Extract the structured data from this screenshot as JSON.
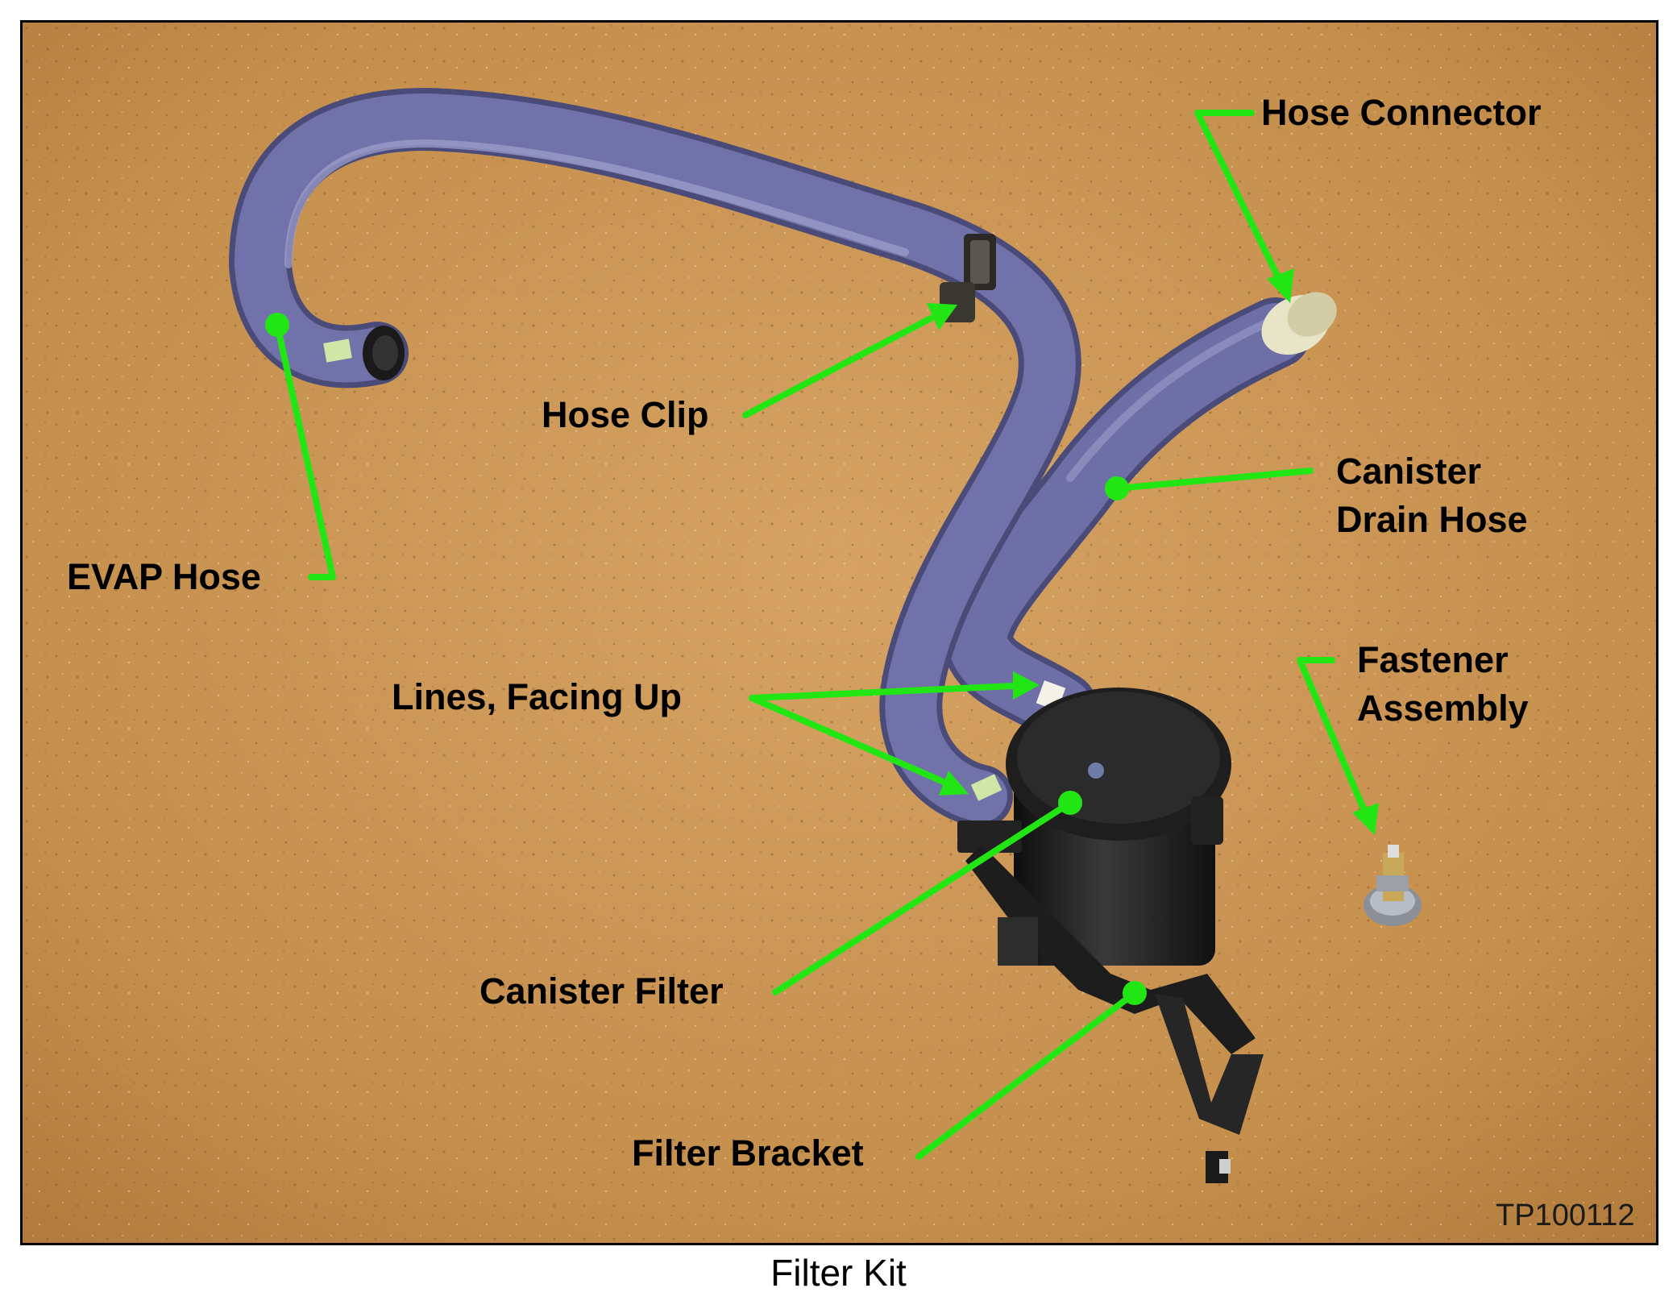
{
  "figure": {
    "figure_id": "TP100112",
    "caption": "Filter Kit",
    "colors": {
      "background": "#c9944f",
      "hose": "#6e6fa6",
      "callout_line": "#22e614",
      "part_dark": "#1c1c1c"
    }
  },
  "callouts": {
    "hose_connector": "Hose Connector",
    "hose_clip": "Hose Clip",
    "evap_hose": "EVAP Hose",
    "canister_drain_hose_line1": "Canister",
    "canister_drain_hose_line2": "Drain Hose",
    "lines_facing_up": "Lines, Facing Up",
    "fastener_assembly_line1": "Fastener",
    "fastener_assembly_line2": "Assembly",
    "canister_filter": "Canister Filter",
    "filter_bracket": "Filter Bracket"
  }
}
